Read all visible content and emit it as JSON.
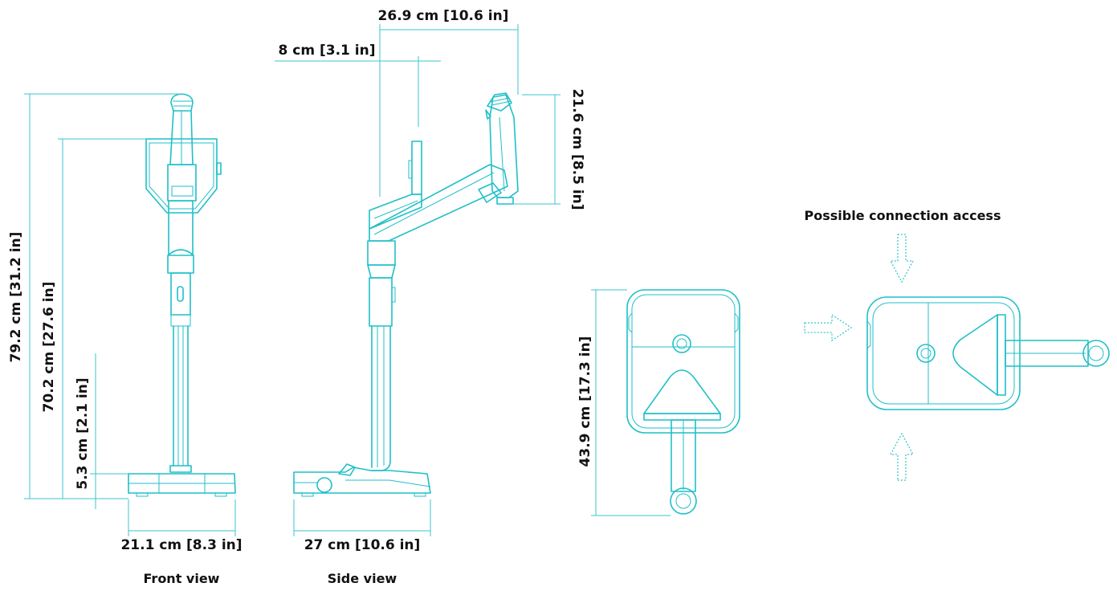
{
  "dimensions": {
    "front_total_height": "79.2 cm [31.2 in]",
    "front_head_height": "70.2 cm [27.6 in]",
    "front_base_height": "5.3 cm [2.1 in]",
    "front_width": "21.1 cm [8.3 in]",
    "side_arm_reach": "26.9 cm [10.6 in]",
    "side_offset": "8 cm [3.1 in]",
    "side_head_height": "21.6 cm [8.5 in]",
    "side_width": "27 cm [10.6 in]",
    "top_depth": "43.9 cm [17.3 in]"
  },
  "captions": {
    "front": "Front view",
    "side": "Side view",
    "connection": "Possible connection access"
  },
  "colors": {
    "drawing": "#1fbfc8",
    "dimension": "#3cc6cc",
    "text": "#111111"
  }
}
